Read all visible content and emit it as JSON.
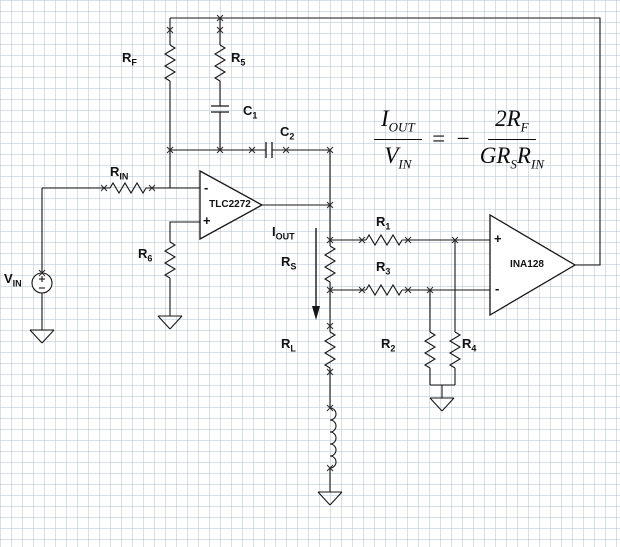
{
  "diagram": {
    "kind": "circuit-schematic",
    "description": "Voltage-to-current converter with TLC2272 op-amp and INA128 instrumentation amplifier on grid paper"
  },
  "components": {
    "rf": {
      "base": "R",
      "sub": "F"
    },
    "r5": {
      "base": "R",
      "sub": "5"
    },
    "c1": {
      "base": "C",
      "sub": "1"
    },
    "c2": {
      "base": "C",
      "sub": "2"
    },
    "rin": {
      "base": "R",
      "sub": "IN"
    },
    "vin": {
      "base": "V",
      "sub": "IN"
    },
    "r6": {
      "base": "R",
      "sub": "6"
    },
    "iout": {
      "base": "I",
      "sub": "OUT"
    },
    "rs": {
      "base": "R",
      "sub": "S"
    },
    "rl": {
      "base": "R",
      "sub": "L"
    },
    "r1": {
      "base": "R",
      "sub": "1"
    },
    "r2": {
      "base": "R",
      "sub": "2"
    },
    "r3": {
      "base": "R",
      "sub": "3"
    },
    "r4": {
      "base": "R",
      "sub": "4"
    },
    "opamp": {
      "name": "TLC2272",
      "inverting_sign": "-",
      "noninverting_sign": "+"
    },
    "inamp": {
      "name": "INA128",
      "noninverting_sign": "+",
      "inverting_sign": "-"
    }
  },
  "formula": {
    "lhs_num": {
      "base": "I",
      "sub": "OUT"
    },
    "lhs_den": {
      "base": "V",
      "sub": "IN"
    },
    "equals": "=",
    "minus": "−",
    "rhs_num": {
      "base": "2R",
      "sub": "F"
    },
    "rhs_den": {
      "p1": "GR",
      "s1": "S",
      "p2": "R",
      "s2": "IN"
    }
  },
  "colors": {
    "wire": "#161616",
    "grid": "#b9c5d6",
    "background": "#ffffff"
  }
}
